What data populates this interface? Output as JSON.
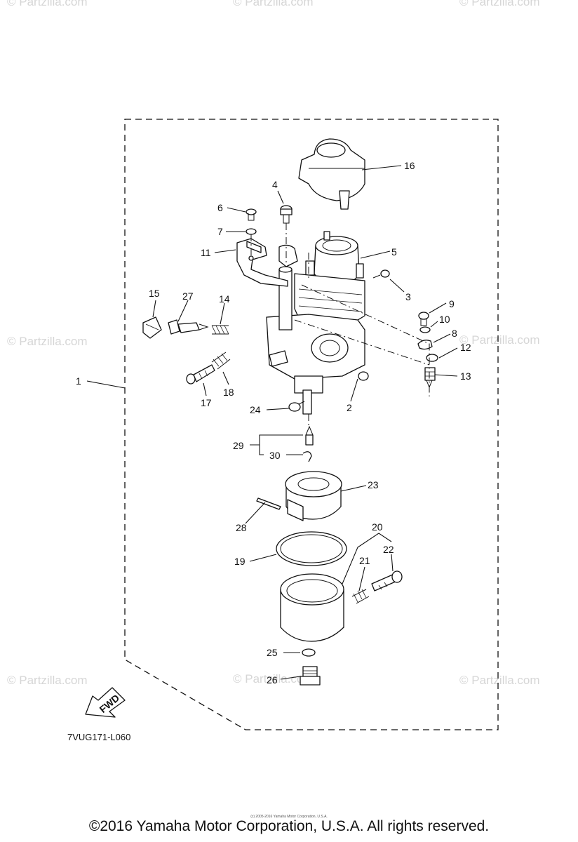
{
  "watermark": "© Partzilla.com",
  "diagram_code": "7VUG171-L060",
  "fwd_label": "FWD",
  "copyright": "©2016 Yamaha Motor Corporation, U.S.A. All rights reserved.",
  "fineprint": "(c) 2005-2016 Yamaha Motor Corporation, U.S.A.",
  "callouts": {
    "p1": "1",
    "p2": "2",
    "p3": "3",
    "p4": "4",
    "p5": "5",
    "p6": "6",
    "p7": "7",
    "p8": "8",
    "p9": "9",
    "p10": "10",
    "p11": "11",
    "p12": "12",
    "p13": "13",
    "p14": "14",
    "p15": "15",
    "p16": "16",
    "p17": "17",
    "p18": "18",
    "p19": "19",
    "p20": "20",
    "p21": "21",
    "p22": "22",
    "p23": "23",
    "p24": "24",
    "p25": "25",
    "p26": "26",
    "p27": "27",
    "p28": "28",
    "p29": "29",
    "p30": "30"
  }
}
